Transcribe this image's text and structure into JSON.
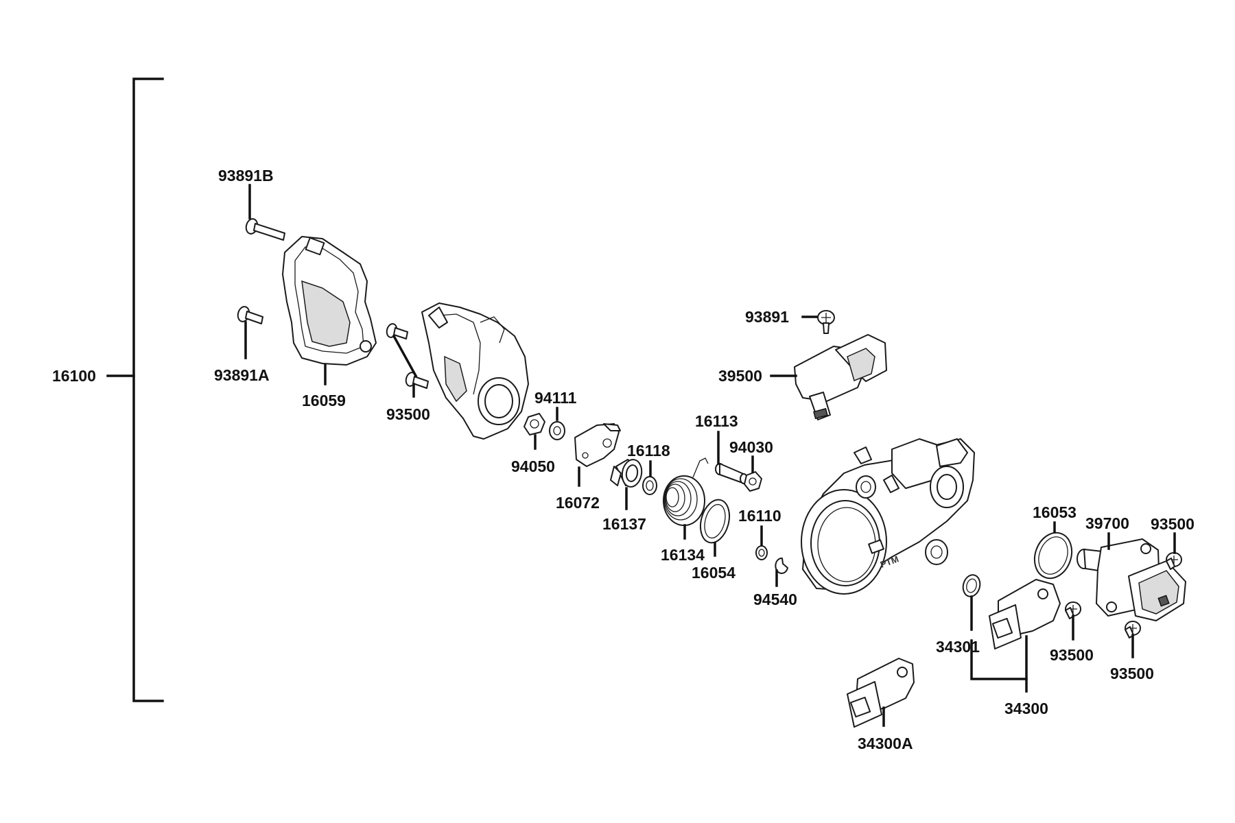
{
  "diagram": {
    "assembly_label": "16100",
    "labels": {
      "l_93891B": "93891B",
      "l_93891A": "93891A",
      "l_16059": "16059",
      "l_93500_a": "93500",
      "l_94111": "94111",
      "l_94050": "94050",
      "l_16072": "16072",
      "l_16118": "16118",
      "l_16137": "16137",
      "l_16113": "16113",
      "l_94030": "94030",
      "l_16134": "16134",
      "l_16054": "16054",
      "l_16110": "16110",
      "l_94540": "94540",
      "l_93891": "93891",
      "l_39500": "39500",
      "l_16053": "16053",
      "l_39700": "39700",
      "l_93500_b": "93500",
      "l_93500_c": "93500",
      "l_93500_d": "93500",
      "l_34301": "34301",
      "l_34300": "34300",
      "l_34300A": "34300A"
    },
    "body_marking": "PTM"
  }
}
